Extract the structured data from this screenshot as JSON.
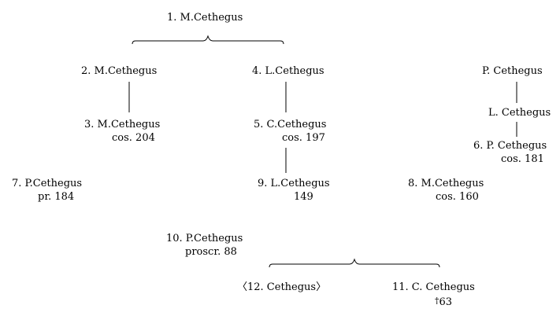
{
  "colors": {
    "background": "#ffffff",
    "text": "#000000",
    "lines": "#000000"
  },
  "nodes": {
    "n1": {
      "name": "1.  M.Cethegus"
    },
    "n2": {
      "name": "2. M.Cethegus"
    },
    "n4": {
      "name": "4. L.Cethegus"
    },
    "np": {
      "name": "P. Cethegus"
    },
    "n3": {
      "name": "3. M.Cethegus",
      "detail": "cos. 204"
    },
    "n5": {
      "name": "5. C.Cethegus",
      "detail": "cos. 197"
    },
    "nl": {
      "name": "L. Cethegus"
    },
    "n6": {
      "name": "6. P. Cethegus",
      "detail": "cos. 181"
    },
    "n7": {
      "name": "7. P.Cethegus",
      "detail": "pr. 184"
    },
    "n9": {
      "name": "9. L.Cethegus",
      "detail": "149"
    },
    "n8": {
      "name": "8. M.Cethegus",
      "detail": "cos. 160"
    },
    "n10": {
      "name": "10. P.Cethegus",
      "detail": "proscr. 88"
    },
    "n12": {
      "name": "〈12. Cethegus〉"
    },
    "n11": {
      "name": "11. C. Cethegus",
      "dagger": "†",
      "detail": "63"
    }
  }
}
